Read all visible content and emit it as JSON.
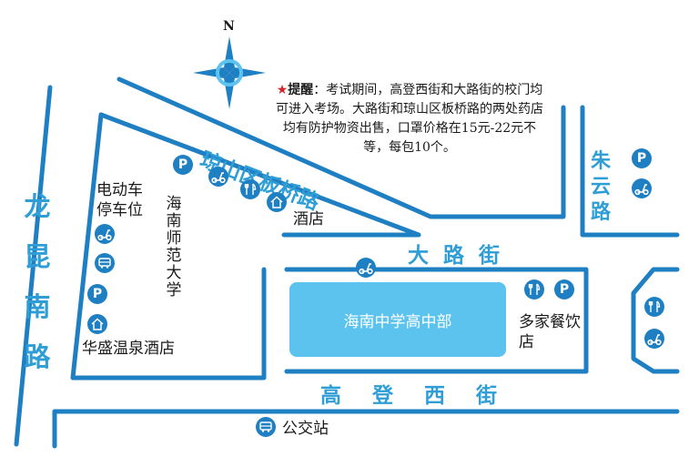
{
  "compass": {
    "north": "N"
  },
  "roads": {
    "qiongshan": "琼山区板桥路",
    "dalu": "大路街",
    "gaodeng_xi": "高登西街",
    "longkun_nan": "龙昆南路",
    "zhuyun": "朱云路"
  },
  "places": {
    "school": "海南中学高中部",
    "hotel": "酒店",
    "normal_univ": "海南师范大学",
    "ebike_parking": "电动车停车位",
    "huasheng_hotel": "华盛温泉酒店",
    "restaurants": "多家餐饮店",
    "bus_station": "公交站"
  },
  "notice": {
    "star": "★",
    "heading": "提醒",
    "body": "：考试期间，高登西街和大路街的校门均可进入考场。大路街和琼山区板桥路的两处药店均有防护物资出售，口罩价格在15元-22元不等，每包10个。"
  },
  "icons": {
    "parking": "P"
  },
  "colors": {
    "road_blue": "#1f7fc3",
    "label_blue": "#2f9ed6",
    "school_fill": "#5cc3ee",
    "icon_fill": "#1f7fc3",
    "star_red": "#d8222a"
  }
}
